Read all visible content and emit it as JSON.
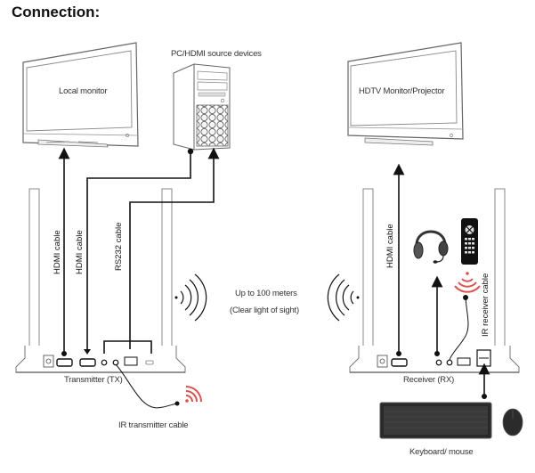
{
  "title": "Connection:",
  "devices": {
    "local_monitor": "Local monitor",
    "pc_source": "PC/HDMI source devices",
    "hdtv_monitor": "HDTV Monitor/Projector",
    "transmitter": "Transmitter (TX)",
    "receiver": "Receiver (RX)",
    "keyboard_mouse": "Keyboard/ mouse"
  },
  "cables": {
    "hdmi_local": "HDMI cable",
    "hdmi_source": "HDMI cable",
    "rs232": "RS232 cable",
    "hdmi_rx": "HDMI cable",
    "ir_transmitter": "IR transmitter cable",
    "ir_receiver": "IR receiver cable"
  },
  "range": {
    "distance": "Up to 100 meters",
    "condition": "(Clear light of sight)"
  },
  "colors": {
    "line": "#111111",
    "outline": "#777777",
    "ir_signal": "#d9534f"
  }
}
